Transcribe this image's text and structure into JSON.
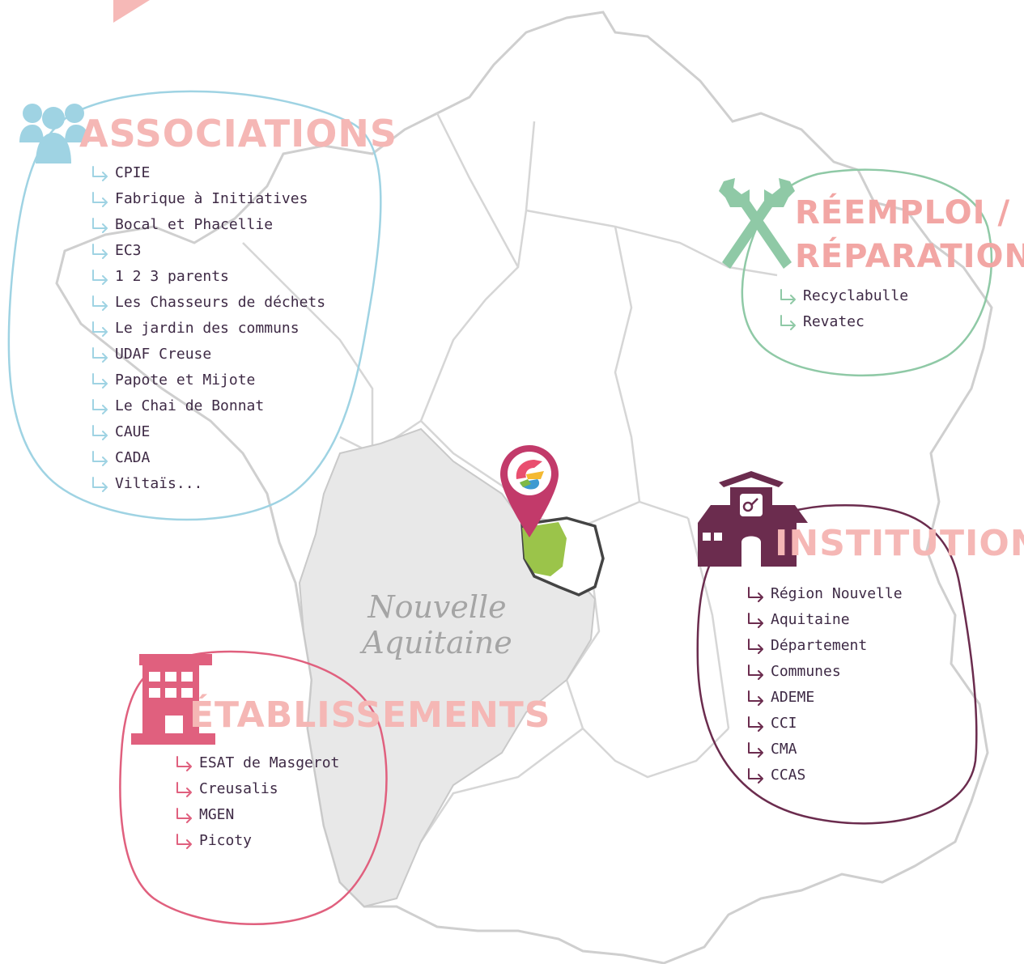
{
  "map": {
    "region_label_line1": "Nouvelle",
    "region_label_line2": "Aquitaine"
  },
  "colors": {
    "associations": "#9fd3e3",
    "reemploi": "#8fc9a6",
    "institutions": "#6b2c4e",
    "etablissements": "#e0607e",
    "title_pink": "#f5b7b5",
    "highlight_green": "#9bc44a",
    "region_gray": "#e8e8e8"
  },
  "associations": {
    "title": "ASSOCIATIONS",
    "icon": "people-group-icon",
    "items": [
      "CPIE",
      "Fabrique à Initiatives",
      "Bocal et Phacellie",
      "EC3",
      "1 2 3 parents",
      "Les Chasseurs de déchets",
      "Le jardin des communs",
      "UDAF Creuse",
      "Papote et Mijote",
      "Le Chai de Bonnat",
      "CAUE",
      "CADA",
      "Viltaïs..."
    ]
  },
  "reemploi": {
    "title_line1": "RÉEMPLOI /",
    "title_line2": "RÉPARATION",
    "icon": "wrench-cross-icon",
    "items": [
      "Recyclabulle",
      "Revatec"
    ]
  },
  "institutions": {
    "title": "INSTITUTIONS",
    "icon": "town-hall-icon",
    "items": [
      "Région Nouvelle",
      "Aquitaine",
      "Département",
      "Communes",
      "ADEME",
      "CCI",
      "CMA",
      "CCAS"
    ]
  },
  "etablissements": {
    "title": "ÉTABLISSEMENTS",
    "icon": "building-icon",
    "items": [
      "ESAT de Masgerot",
      "Creusalis",
      "MGEN",
      "Picoty"
    ]
  },
  "marker": {
    "icon": "location-pin-icon"
  }
}
